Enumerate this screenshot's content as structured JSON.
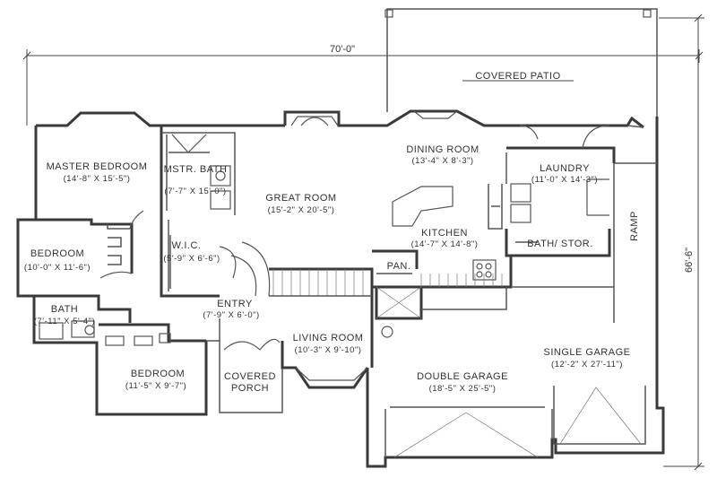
{
  "plan": {
    "overall_width": "70'-0\"",
    "overall_depth": "66'-6\"",
    "rooms": {
      "covered_patio": {
        "name": "COVERED PATIO"
      },
      "master_bedroom": {
        "name": "MASTER BEDROOM",
        "size": "(14'-8\" X 15'-5\")"
      },
      "mstr_bath": {
        "name": "MSTR. BATH",
        "size": "(7'-7\" X 15'-0\")"
      },
      "great_room": {
        "name": "GREAT ROOM",
        "size": "(15'-2\" X 20'-5\")"
      },
      "dining_room": {
        "name": "DINING ROOM",
        "size": "(13'-4\" X 8'-3\")"
      },
      "laundry": {
        "name": "LAUNDRY",
        "size": "(11'-0\" X 14'-3\")"
      },
      "bedroom_1": {
        "name": "BEDROOM",
        "size": "(10'-0\" X 11'-6\")"
      },
      "wic": {
        "name": "W.I.C.",
        "size": "(5'-9\" X 6'-6\")"
      },
      "kitchen": {
        "name": "KITCHEN",
        "size": "(14'-7\" X 14'-8\")"
      },
      "bath_stor": {
        "name": "BATH/ STOR."
      },
      "ramp": {
        "name": "RAMP"
      },
      "pan": {
        "name": "PAN."
      },
      "bath": {
        "name": "BATH",
        "size": "(7'-11\" X 5'-4\")"
      },
      "entry": {
        "name": "ENTRY",
        "size": "(7'-9\" X 6'-0\")"
      },
      "living_room": {
        "name": "LIVING ROOM",
        "size": "(10'-3\" X 9'-10\")"
      },
      "single_garage": {
        "name": "SINGLE GARAGE",
        "size": "(12'-2\" X 27'-11\")"
      },
      "bedroom_2": {
        "name": "BEDROOM",
        "size": "(11'-5\" X 9'-7\")"
      },
      "covered_porch_1": {
        "name": "COVERED"
      },
      "covered_porch_2": {
        "name": "PORCH"
      },
      "double_garage": {
        "name": "DOUBLE GARAGE",
        "size": "(18'-5\" X 25'-5\")"
      }
    }
  }
}
